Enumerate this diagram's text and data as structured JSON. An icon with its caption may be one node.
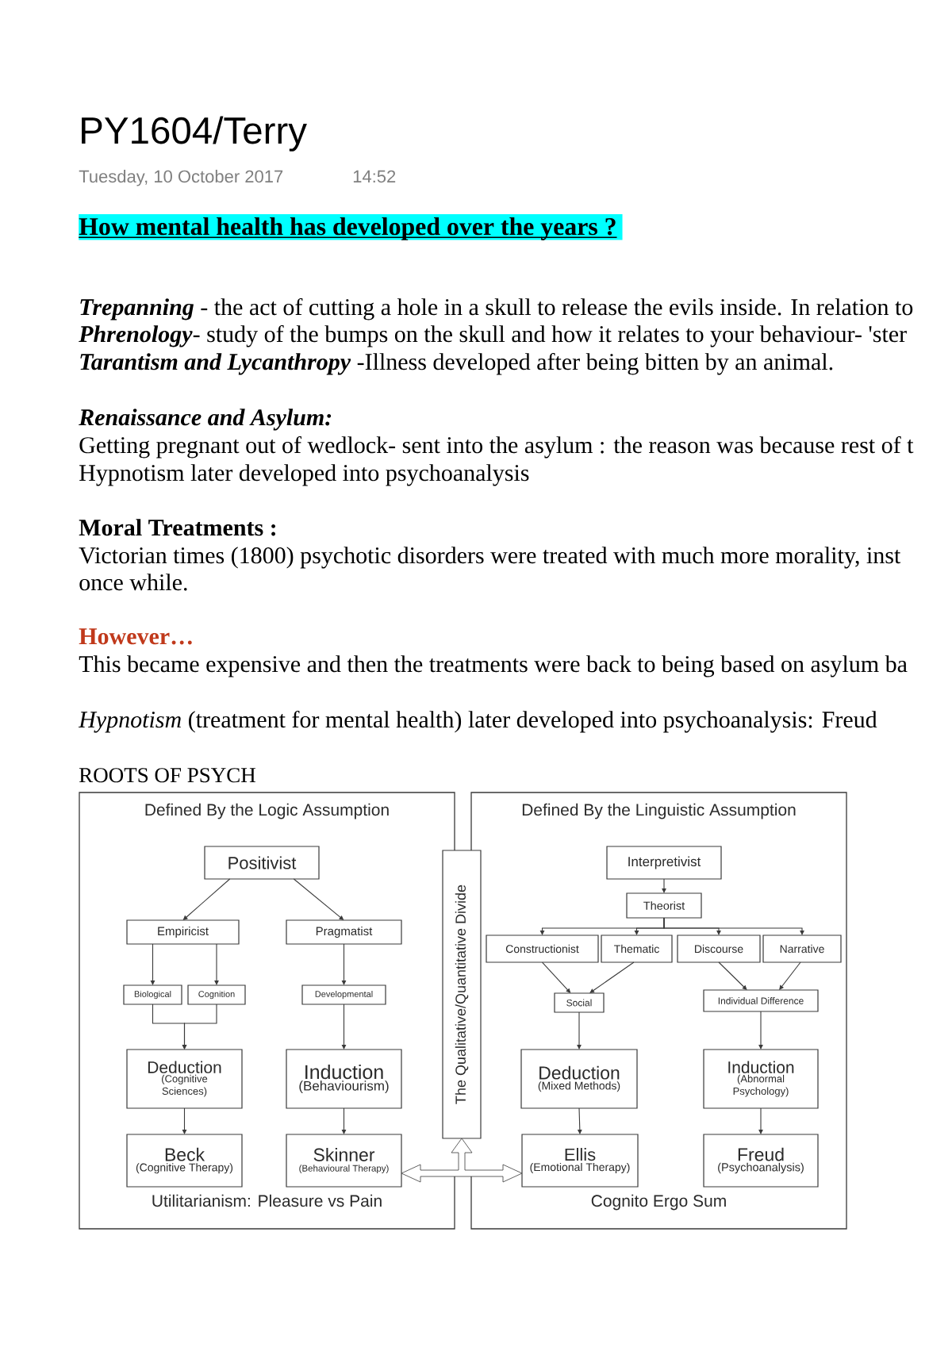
{
  "diagram": {
    "title": "PY1604/Terry",
    "nodes": [
      {
        "text": [
          "Defined By the Logic Assumption",
          "Utilitarianism: Pleasure vs Pain"
        ]
      },
      {
        "text": [
          "Positivist"
        ],
        "in": 0
      },
      {
        "text": [
          "Empiricist"
        ],
        "in": 0
      },
      {
        "text": [
          "Pragmatist"
        ],
        "in": 0
      },
      {
        "text": [
          "Biological"
        ],
        "in": 0
      },
      {
        "text": [
          "Cognition"
        ],
        "in": 0
      },
      {
        "text": [
          "Developmental"
        ],
        "in": 0
      },
      {
        "text": [
          "Deduction",
          "(Cognitive Sciences)"
        ],
        "in": 0
      },
      {
        "text": [
          "Induction",
          "(Behaviourism)"
        ],
        "in": 0
      },
      {
        "text": [
          "Beck",
          "(Cognitive Therapy)"
        ],
        "in": 0
      },
      {
        "text": [
          "Skinner",
          "(Behavioural Therapy)"
        ],
        "in": 0
      },
      {
        "text": [
          "The Qualitative/Quantitative Divide"
        ]
      },
      {
        "text": [
          "Defined By the Linguistic Assumption",
          "Cognito Ergo Sum"
        ]
      },
      {
        "text": [
          "Interpretivist"
        ],
        "in": 12
      },
      {
        "text": [
          "Theorist"
        ],
        "in": 12
      },
      {
        "text": [
          "Constructionist"
        ],
        "in": 12
      },
      {
        "text": [
          "Thematic"
        ],
        "in": 12
      },
      {
        "text": [
          "Discourse"
        ],
        "in": 12
      },
      {
        "text": [
          "Narrative"
        ],
        "in": 12
      },
      {
        "text": [
          "Social"
        ],
        "in": 12
      },
      {
        "text": [
          "Individual Difference"
        ],
        "in": 12
      },
      {
        "text": [
          "Deduction",
          "(Mixed Methods)"
        ],
        "in": 12
      },
      {
        "text": [
          "Induction",
          "(Abnormal Psychology)"
        ],
        "in": 12
      },
      {
        "text": [
          "Ellis",
          "(Emotional Therapy)"
        ],
        "in": 12
      },
      {
        "text": [
          "Freud",
          "(Psychoanalysis)"
        ],
        "in": 12
      }
    ],
    "edges": [
      {
        "from": 1,
        "to": 2,
        "arrow": "to"
      },
      {
        "from": 1,
        "to": 3,
        "arrow": "to"
      },
      {
        "from": 2,
        "to": 4,
        "arrow": "to"
      },
      {
        "from": 2,
        "to": 5,
        "arrow": "to"
      },
      {
        "from": 3,
        "to": 6,
        "arrow": "to"
      },
      {
        "from": 4,
        "to": 7,
        "arrow": "to"
      },
      {
        "from": 5,
        "to": 7,
        "arrow": "to"
      },
      {
        "from": 6,
        "to": 8,
        "arrow": "to"
      },
      {
        "from": 7,
        "to": 9,
        "arrow": "to"
      },
      {
        "from": 8,
        "to": 10,
        "arrow": "to"
      },
      {
        "from": 13,
        "to": 14,
        "arrow": "to"
      },
      {
        "from": 14,
        "to": 15,
        "arrow": "to"
      },
      {
        "from": 14,
        "to": 16,
        "arrow": "to"
      },
      {
        "from": 14,
        "to": 17,
        "arrow": "to"
      },
      {
        "from": 14,
        "to": 18,
        "arrow": "to"
      },
      {
        "from": 15,
        "to": 19,
        "arrow": "to"
      },
      {
        "from": 16,
        "to": 19,
        "arrow": "to"
      },
      {
        "from": 17,
        "to": 20,
        "arrow": "to"
      },
      {
        "from": 18,
        "to": 20,
        "arrow": "to"
      },
      {
        "from": 19,
        "to": 21,
        "arrow": "to"
      },
      {
        "from": 20,
        "to": 22,
        "arrow": "to"
      },
      {
        "from": 21,
        "to": 23,
        "arrow": "to"
      },
      {
        "from": 22,
        "to": 24,
        "arrow": "to"
      },
      {
        "from": 11,
        "to": 10,
        "arrow": "both",
        "style": "thick"
      },
      {
        "from": 11,
        "to": 23,
        "arrow": "both",
        "style": "thick"
      }
    ],
    "labels": [
      "Tuesday, 10 October 2017",
      "14:52",
      "How mental health has developed over the years ?",
      "**Trepanning** - the act of cutting a hole in a skull to release the evils inside. In relation to",
      "**Phrenology**- study of the bumps on the skull and how it relates to your behaviour- 'ster",
      "**Tarantism and Lycanthropy** -Illness developed after being bitten by an animal.",
      "Renaissance and Asylum:",
      "Getting pregnant out of wedlock- sent into the asylum : the reason was because rest of t",
      "Hypnotism later developed into psychoanalysis",
      "Moral Treatments :",
      "Victorian times (1800) psychotic disorders were treated with much more morality, inst",
      "once while.",
      "However…",
      "This became expensive and then the treatments were back to being based on asylum ba",
      "*Hypnotism* (treatment for mental health) later developed into psychoanalysis: Freud",
      "ROOTS OF PSYCH"
    ]
  }
}
